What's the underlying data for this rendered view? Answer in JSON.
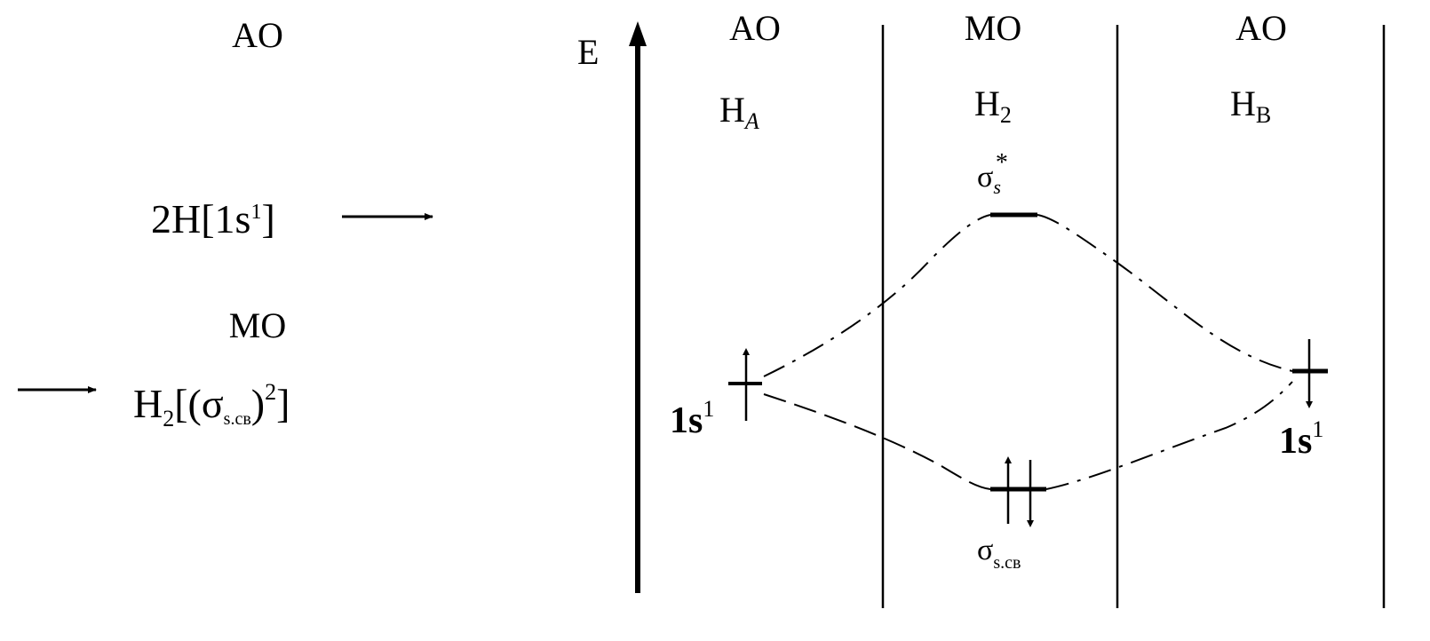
{
  "left_panel": {
    "ao_header": "AO",
    "reactant_formula": {
      "prefix": "2H[1s",
      "superscript": "1",
      "suffix": "]"
    },
    "mo_header": "MO",
    "product_formula": {
      "h2_main": "H",
      "h2_sub": "2",
      "open": "[(σ",
      "orbital_sub": "s.св",
      "close_paren": ")",
      "power": "2",
      "close": "]"
    }
  },
  "diagram": {
    "energy_axis_label": "E",
    "columns": {
      "left": {
        "header": "AO",
        "atom_main": "H",
        "atom_sub": "A"
      },
      "middle": {
        "header": "MO",
        "molecule_main": "H",
        "molecule_sub": "2"
      },
      "right": {
        "header": "AO",
        "atom_main": "H",
        "atom_sub": "B"
      }
    },
    "levels": {
      "antibonding": {
        "symbol": "σ",
        "subscript": "s",
        "superscript": "*"
      },
      "bonding": {
        "symbol": "σ",
        "subscript": "s.св"
      },
      "ao_left": {
        "base": "1s",
        "superscript": "1"
      },
      "ao_right": {
        "base": "1s",
        "superscript": "1"
      }
    }
  }
}
